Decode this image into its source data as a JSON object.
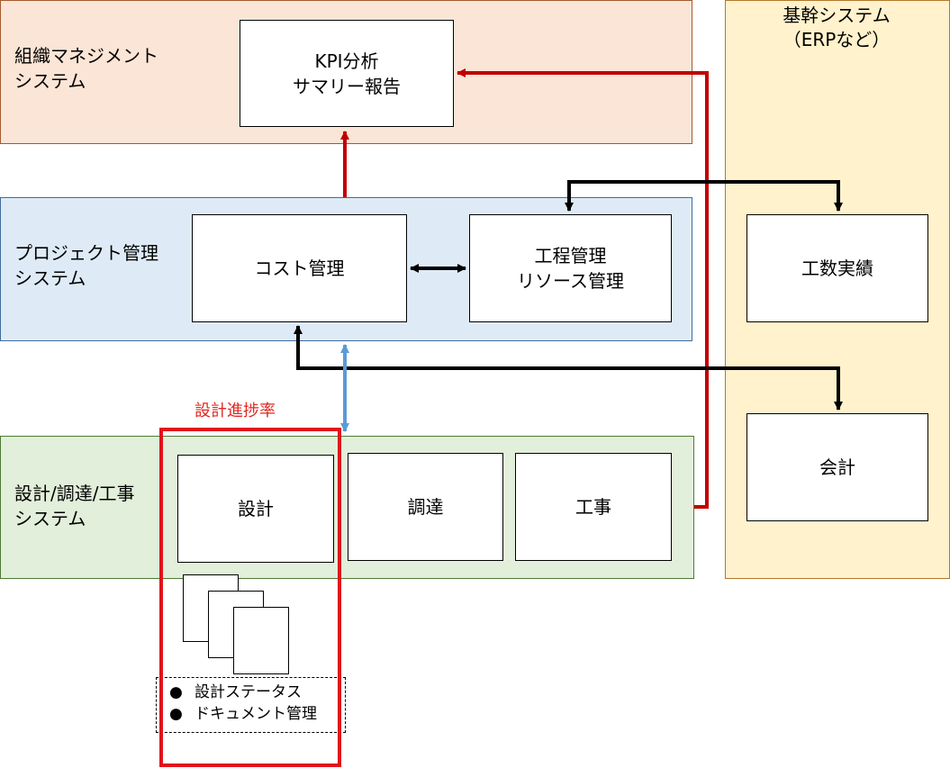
{
  "bands": {
    "management": {
      "label": "組織マネジメント\nシステム"
    },
    "project": {
      "label": "プロジェクト管理\nシステム"
    },
    "execution": {
      "label": "設計/調達/工事\nシステム"
    },
    "erp": {
      "title": "基幹システム\n（ERPなど）"
    }
  },
  "nodes": {
    "kpi": "KPI分析\nサマリー報告",
    "cost": "コスト管理",
    "schedule": "工程管理\nリソース管理",
    "manhours": "工数実績",
    "accounting": "会計",
    "design": "設計",
    "procurement": "調達",
    "construction": "工事"
  },
  "progress_label": "設計進捗率",
  "notes": [
    "設計ステータス",
    "ドキュメント管理"
  ],
  "note_bullet": "●",
  "colors": {
    "management_fill": "#fbe5d6",
    "management_border": "#a35a2e",
    "project_fill": "#deebf7",
    "project_border": "#3f6d9c",
    "execution_fill": "#e2efda",
    "execution_border": "#4e7a32",
    "erp_fill": "#fff2cc",
    "erp_border": "#b07a2c",
    "red": "#c00000",
    "blue": "#5b9bd5",
    "black": "#000000"
  }
}
